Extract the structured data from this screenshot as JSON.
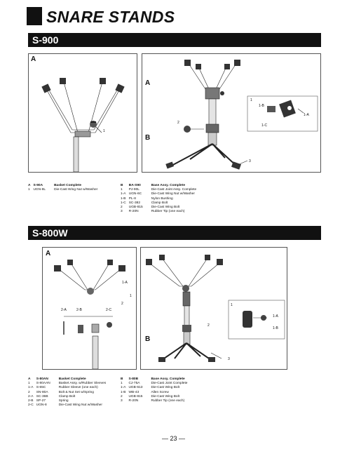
{
  "page": {
    "title": "SNARE STANDS",
    "page_number": "— 23 —"
  },
  "s900": {
    "label": "S-900",
    "panel_a_letter": "A",
    "panel_b_letter_a": "A",
    "panel_b_letter_b": "B",
    "callouts": {
      "a1": "1",
      "b1": "1",
      "b1b": "1-B",
      "b1a": "1-A",
      "b1c": "1-C",
      "b2": "2",
      "b3": "3"
    },
    "table_a": {
      "rows": [
        [
          "A",
          "S-90A",
          "Basket Complete"
        ],
        [
          "1",
          "UGN-8L",
          "Die-Cast Wing Nut w/Washer"
        ]
      ]
    },
    "table_b": {
      "rows": [
        [
          "B",
          "BA-S90",
          "Base Assy. Complete"
        ],
        [
          "1",
          "PJ-90L",
          "Die-Cast Joint Assy. Complete"
        ],
        [
          "1-A",
          "UGN-6C",
          "Die-Cast Wing Nut w/Washer"
        ],
        [
          "1-B",
          "PL-8",
          "Nylon Bushing"
        ],
        [
          "1-C",
          "SC-382",
          "Clamp Bolt"
        ],
        [
          "2",
          "UGB-815",
          "Die-Cast Wing Bolt"
        ],
        [
          "3",
          "R-20N",
          "Rubber Tip (one each)"
        ]
      ]
    }
  },
  "s800w": {
    "label": "S-800W",
    "panel_a_letter": "A",
    "panel_b_letter": "B",
    "callouts": {
      "a1a": "1-A",
      "a1": "1",
      "a2": "2",
      "a2a": "2-A",
      "a2b": "2-B",
      "a2c": "2-C",
      "b1": "1",
      "b1a": "1-A",
      "b1b": "1-B",
      "b2": "2",
      "b3": "3"
    },
    "table_a": {
      "rows": [
        [
          "A",
          "S-80AN",
          "Basket Complete"
        ],
        [
          "1",
          "S-80AAN",
          "Basket Assy. w/Rubber Sleeves"
        ],
        [
          "1-A",
          "S-65C",
          "Rubber Sleeve (one each)"
        ],
        [
          "2",
          "SN-80A",
          "Bolt & Nut Set w/Spring"
        ],
        [
          "2-A",
          "SC-36B",
          "Clamp Bolt"
        ],
        [
          "2-B",
          "SP-27",
          "Spring"
        ],
        [
          "2-C",
          "UGN-8",
          "Die-Cast Wing Nut w/Washer"
        ]
      ]
    },
    "table_b": {
      "rows": [
        [
          "B",
          "S-80B",
          "Base Assy. Complete"
        ],
        [
          "1",
          "CJ-75A",
          "Die-Cast Joint Complete"
        ],
        [
          "1-A",
          "UGB-613",
          "Die-Cast Wing Bolt"
        ],
        [
          "1-B",
          "WB-43",
          "Allen Screw"
        ],
        [
          "2",
          "UGB-815",
          "Die-Cast Wing Bolt"
        ],
        [
          "3",
          "R-20N",
          "Rubber Tip (one each)"
        ]
      ]
    }
  }
}
